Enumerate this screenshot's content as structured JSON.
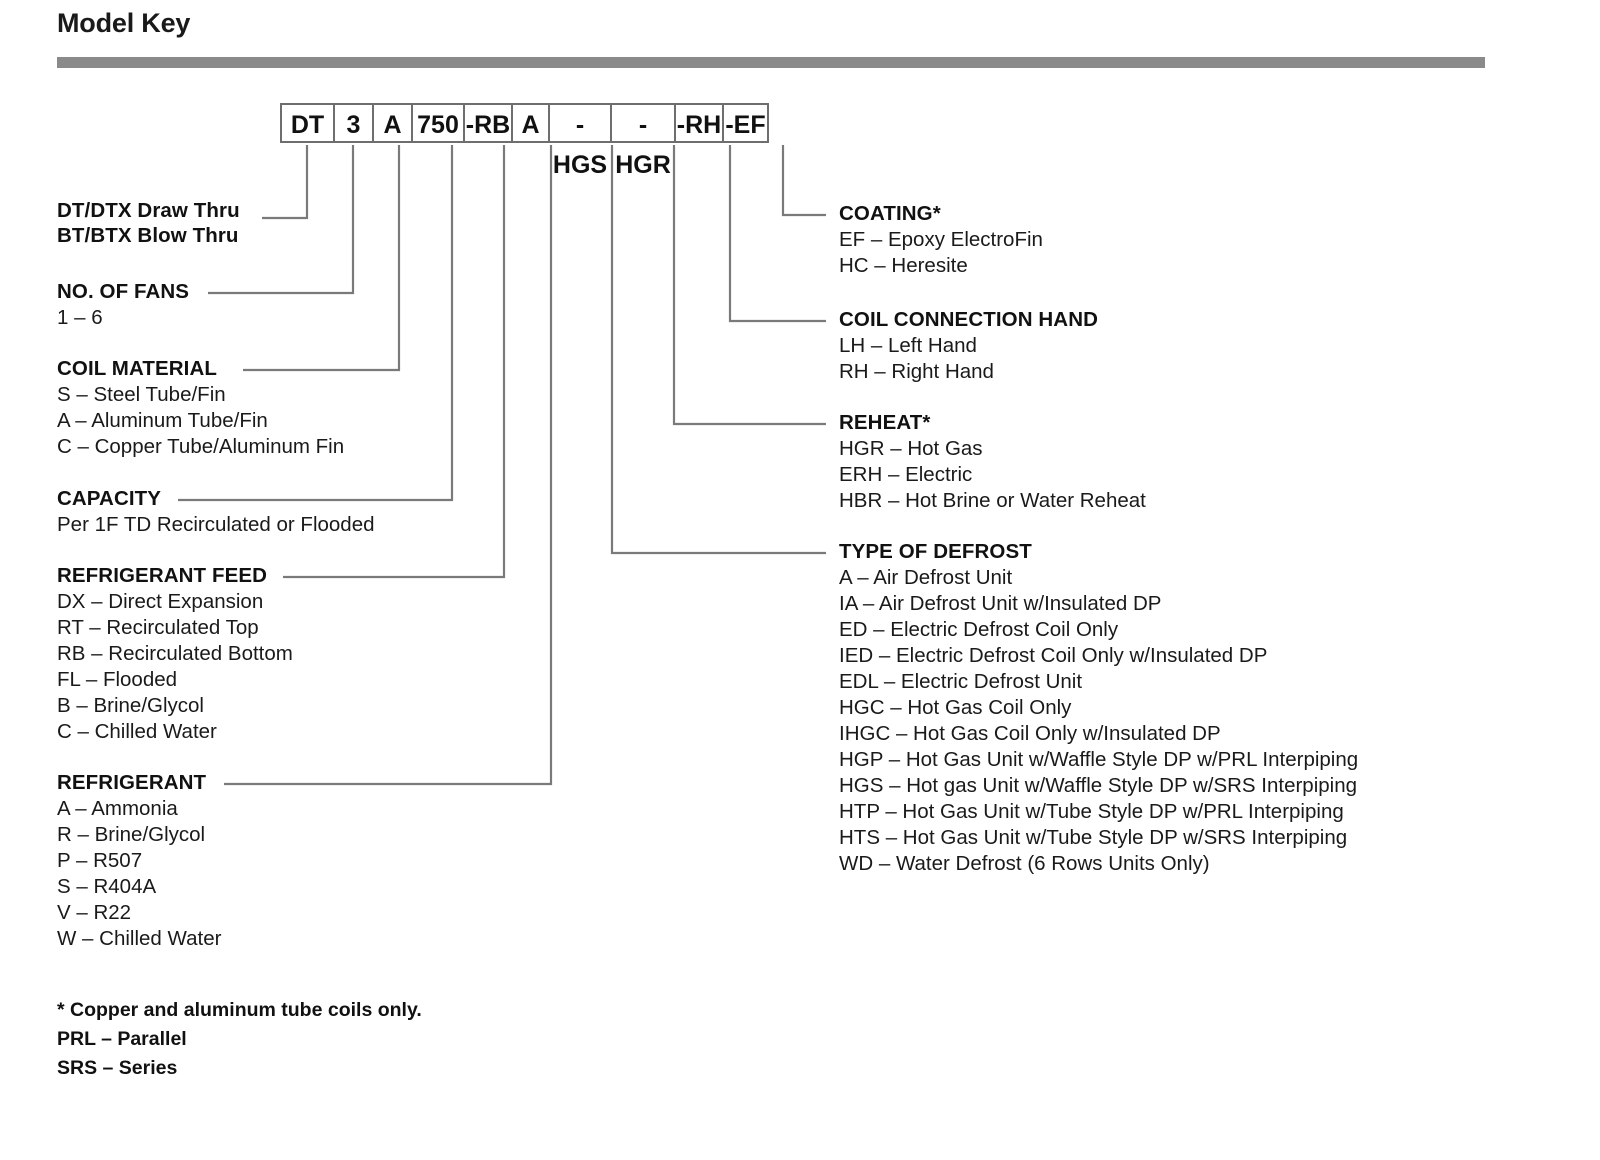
{
  "page": {
    "title": "Model Key"
  },
  "model_code": {
    "cells": [
      {
        "text": "DT",
        "width": 54
      },
      {
        "text": "3",
        "width": 39
      },
      {
        "text": "A",
        "width": 39
      },
      {
        "text": "750",
        "width": 52
      },
      {
        "text": "-RB",
        "width": 48
      },
      {
        "text": "A",
        "width": 37
      },
      {
        "text": "-HGS",
        "width": 62
      },
      {
        "text": "-HGR",
        "width": 64
      },
      {
        "text": "-RH",
        "width": 48
      },
      {
        "text": "-EF",
        "width": 46
      }
    ]
  },
  "left_blocks": [
    {
      "heading": "DT/DTX Draw Thru",
      "heading2": "BT/BTX Blow Thru",
      "lines": []
    },
    {
      "heading": "NO. OF FANS",
      "lines": [
        "1 – 6"
      ]
    },
    {
      "heading": "COIL MATERIAL",
      "lines": [
        "S – Steel Tube/Fin",
        "A – Aluminum Tube/Fin",
        "C – Copper Tube/Aluminum Fin"
      ]
    },
    {
      "heading": "CAPACITY",
      "lines": [
        "Per 1F TD Recirculated or Flooded"
      ]
    },
    {
      "heading": "REFRIGERANT FEED",
      "lines": [
        "DX – Direct Expansion",
        "RT – Recirculated Top",
        "RB – Recirculated Bottom",
        "FL – Flooded",
        "B – Brine/Glycol",
        "C – Chilled Water"
      ]
    },
    {
      "heading": "REFRIGERANT",
      "lines": [
        "A – Ammonia",
        "R – Brine/Glycol",
        "P – R507",
        "S – R404A",
        "V – R22",
        "W – Chilled Water"
      ]
    }
  ],
  "right_blocks": [
    {
      "heading": "COATING*",
      "lines": [
        "EF – Epoxy ElectroFin",
        "HC – Heresite"
      ]
    },
    {
      "heading": "COIL CONNECTION HAND",
      "lines": [
        "LH – Left Hand",
        "RH – Right Hand"
      ]
    },
    {
      "heading": "REHEAT*",
      "lines": [
        "HGR – Hot Gas",
        "ERH – Electric",
        "HBR – Hot Brine or Water Reheat"
      ]
    },
    {
      "heading": "TYPE OF DEFROST",
      "lines": [
        "A – Air Defrost Unit",
        "IA – Air Defrost Unit w/Insulated DP",
        "ED – Electric Defrost Coil Only",
        "IED – Electric Defrost Coil Only w/Insulated DP",
        "EDL – Electric Defrost Unit",
        "HGC – Hot Gas Coil Only",
        "IHGC – Hot Gas Coil Only w/Insulated DP",
        "HGP – Hot Gas Unit w/Waffle Style DP w/PRL Interpiping",
        "HGS – Hot gas Unit w/Waffle Style DP w/SRS Interpiping",
        "HTP – Hot Gas Unit w/Tube Style DP w/PRL Interpiping",
        "HTS – Hot Gas Unit w/Tube Style DP w/SRS Interpiping",
        "WD – Water Defrost (6 Rows Units Only)"
      ]
    }
  ],
  "footnotes": [
    "* Copper and aluminum tube coils only.",
    "PRL – Parallel",
    "SRS – Series"
  ],
  "colors": {
    "rule_bar": "#8a8a8a",
    "leader_line": "#7a7a7a",
    "box_border": "#6e6e6e",
    "text": "#1a1a1a"
  }
}
